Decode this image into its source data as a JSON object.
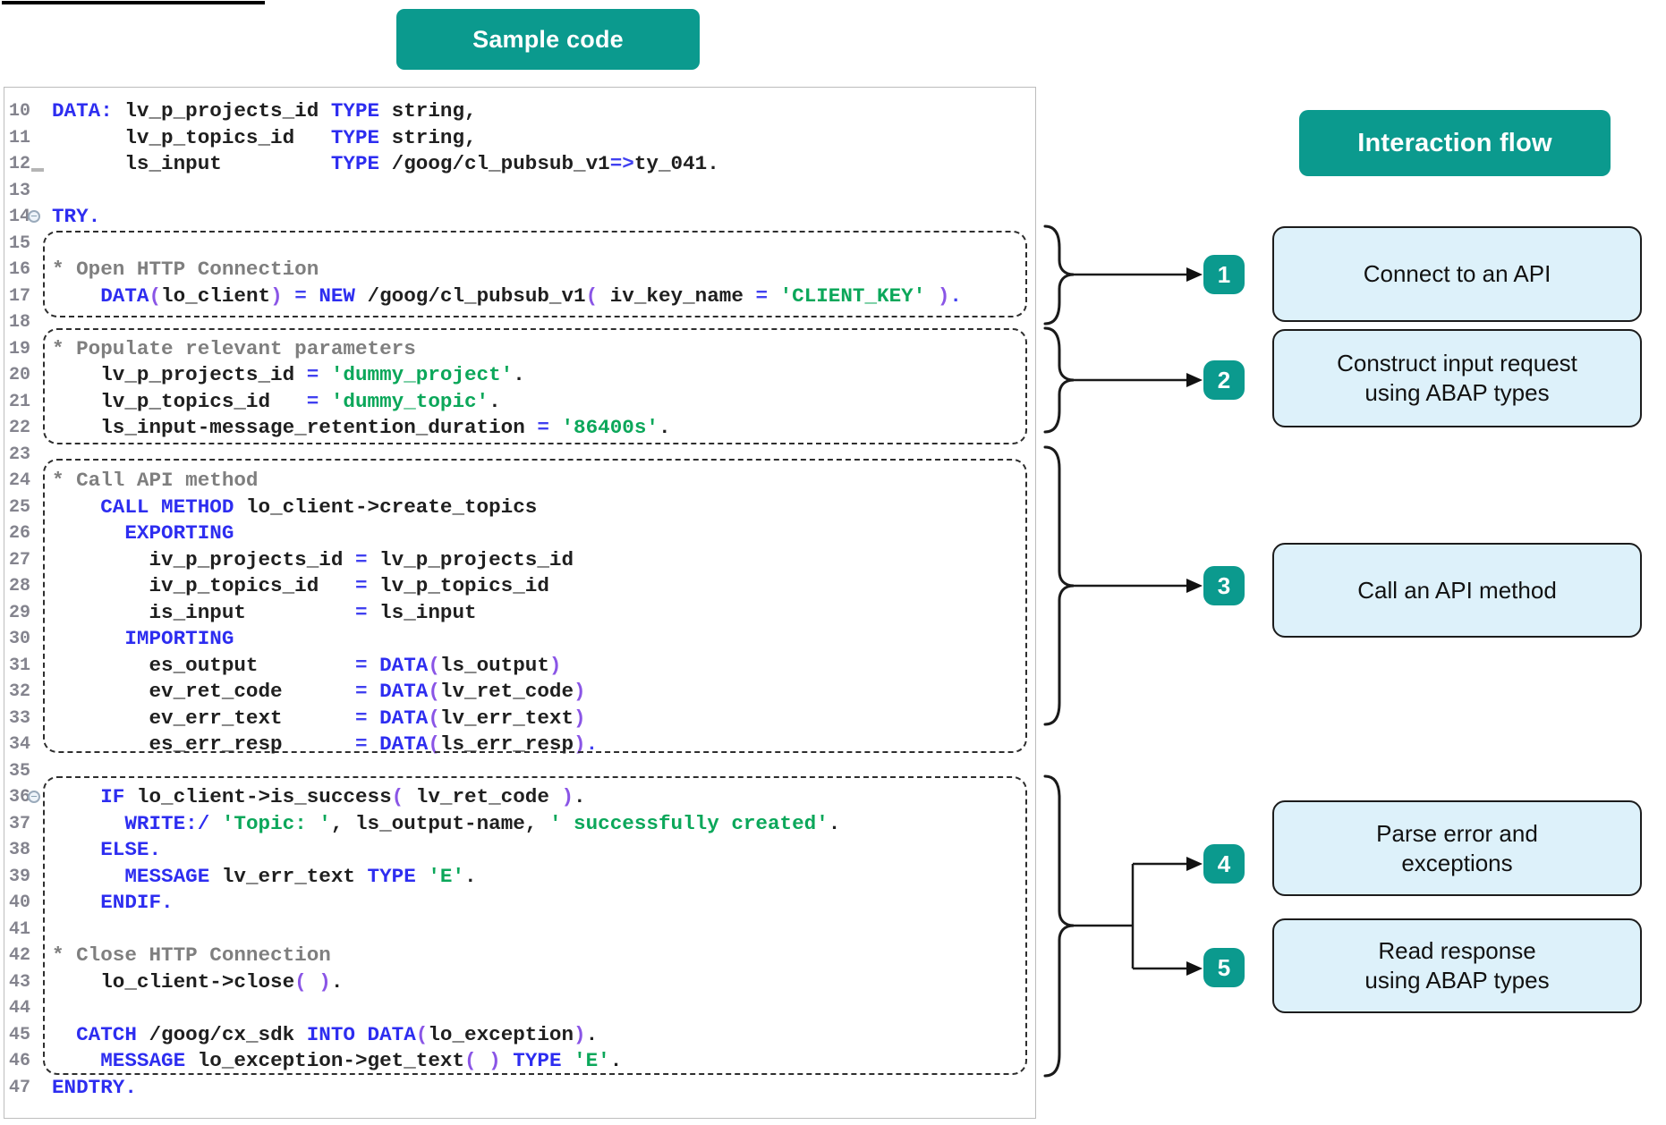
{
  "labels": {
    "sample_code": "Sample code",
    "interaction_flow": "Interaction flow"
  },
  "colors": {
    "teal": "#0b9a8e",
    "kw": "#2d2df0",
    "op": "#4040f0",
    "par": "#8a55e6",
    "str": "#0ba75a",
    "com": "#7f7f7f",
    "boxfill": "#ddf1fa"
  },
  "code": {
    "lines": [
      {
        "n": "10",
        "p": [
          [
            "k",
            "DATA:"
          ],
          [
            "i",
            " lv_p_projects_id "
          ],
          [
            "k",
            "TYPE"
          ],
          [
            "i",
            " string,"
          ]
        ]
      },
      {
        "n": "11",
        "p": [
          [
            "i",
            "      lv_p_topics_id   "
          ],
          [
            "k",
            "TYPE"
          ],
          [
            "i",
            " string,"
          ]
        ]
      },
      {
        "n": "12",
        "p": [
          [
            "i",
            "      ls_input         "
          ],
          [
            "k",
            "TYPE"
          ],
          [
            "i",
            " /goog/cl_pubsub_v1"
          ],
          [
            "o",
            "=>"
          ],
          [
            "i",
            "ty_041."
          ]
        ]
      },
      {
        "n": "13",
        "p": []
      },
      {
        "n": "14",
        "f": true,
        "p": [
          [
            "k",
            "TRY."
          ]
        ]
      },
      {
        "n": "15",
        "p": []
      },
      {
        "n": "16",
        "p": [
          [
            "c",
            "* Open HTTP Connection"
          ]
        ]
      },
      {
        "n": "17",
        "p": [
          [
            "i",
            "    "
          ],
          [
            "k",
            "DATA"
          ],
          [
            "p",
            "("
          ],
          [
            "i",
            "lo_client"
          ],
          [
            "p",
            ")"
          ],
          [
            "i",
            " "
          ],
          [
            "o",
            "="
          ],
          [
            "i",
            " "
          ],
          [
            "k",
            "NEW"
          ],
          [
            "i",
            " /goog/cl_pubsub_v1"
          ],
          [
            "p",
            "("
          ],
          [
            "i",
            " iv_key_name "
          ],
          [
            "o",
            "="
          ],
          [
            "i",
            " "
          ],
          [
            "s",
            "'CLIENT_KEY'"
          ],
          [
            "i",
            " "
          ],
          [
            "p",
            ")"
          ],
          [
            "o",
            "."
          ]
        ]
      },
      {
        "n": "18",
        "p": []
      },
      {
        "n": "19",
        "p": [
          [
            "c",
            "* Populate relevant parameters"
          ]
        ]
      },
      {
        "n": "20",
        "p": [
          [
            "i",
            "    lv_p_projects_id "
          ],
          [
            "o",
            "="
          ],
          [
            "i",
            " "
          ],
          [
            "s",
            "'dummy_project'"
          ],
          [
            "i",
            "."
          ]
        ]
      },
      {
        "n": "21",
        "p": [
          [
            "i",
            "    lv_p_topics_id   "
          ],
          [
            "o",
            "="
          ],
          [
            "i",
            " "
          ],
          [
            "s",
            "'dummy_topic'"
          ],
          [
            "i",
            "."
          ]
        ]
      },
      {
        "n": "22",
        "p": [
          [
            "i",
            "    ls_input-message_retention_duration "
          ],
          [
            "o",
            "="
          ],
          [
            "i",
            " "
          ],
          [
            "s",
            "'86400s'"
          ],
          [
            "i",
            "."
          ]
        ]
      },
      {
        "n": "23",
        "p": []
      },
      {
        "n": "24",
        "p": [
          [
            "c",
            "* Call API method"
          ]
        ]
      },
      {
        "n": "25",
        "p": [
          [
            "i",
            "    "
          ],
          [
            "k",
            "CALL METHOD"
          ],
          [
            "i",
            " lo_client->create_topics"
          ]
        ]
      },
      {
        "n": "26",
        "p": [
          [
            "i",
            "      "
          ],
          [
            "k",
            "EXPORTING"
          ]
        ]
      },
      {
        "n": "27",
        "p": [
          [
            "i",
            "        iv_p_projects_id "
          ],
          [
            "o",
            "="
          ],
          [
            "i",
            " lv_p_projects_id"
          ]
        ]
      },
      {
        "n": "28",
        "p": [
          [
            "i",
            "        iv_p_topics_id   "
          ],
          [
            "o",
            "="
          ],
          [
            "i",
            " lv_p_topics_id"
          ]
        ]
      },
      {
        "n": "29",
        "p": [
          [
            "i",
            "        is_input         "
          ],
          [
            "o",
            "="
          ],
          [
            "i",
            " ls_input"
          ]
        ]
      },
      {
        "n": "30",
        "p": [
          [
            "i",
            "      "
          ],
          [
            "k",
            "IMPORTING"
          ]
        ]
      },
      {
        "n": "31",
        "p": [
          [
            "i",
            "        es_output        "
          ],
          [
            "o",
            "="
          ],
          [
            "i",
            " "
          ],
          [
            "k",
            "DATA"
          ],
          [
            "p",
            "("
          ],
          [
            "i",
            "ls_output"
          ],
          [
            "p",
            ")"
          ]
        ]
      },
      {
        "n": "32",
        "p": [
          [
            "i",
            "        ev_ret_code      "
          ],
          [
            "o",
            "="
          ],
          [
            "i",
            " "
          ],
          [
            "k",
            "DATA"
          ],
          [
            "p",
            "("
          ],
          [
            "i",
            "lv_ret_code"
          ],
          [
            "p",
            ")"
          ]
        ]
      },
      {
        "n": "33",
        "p": [
          [
            "i",
            "        ev_err_text      "
          ],
          [
            "o",
            "="
          ],
          [
            "i",
            " "
          ],
          [
            "k",
            "DATA"
          ],
          [
            "p",
            "("
          ],
          [
            "i",
            "lv_err_text"
          ],
          [
            "p",
            ")"
          ]
        ]
      },
      {
        "n": "34",
        "p": [
          [
            "i",
            "        es_err_resp      "
          ],
          [
            "o",
            "="
          ],
          [
            "i",
            " "
          ],
          [
            "k",
            "DATA"
          ],
          [
            "p",
            "("
          ],
          [
            "i",
            "ls_err_resp"
          ],
          [
            "p",
            ")"
          ],
          [
            "o",
            "."
          ]
        ]
      },
      {
        "n": "35",
        "p": []
      },
      {
        "n": "36",
        "f": true,
        "p": [
          [
            "i",
            "    "
          ],
          [
            "k",
            "IF"
          ],
          [
            "i",
            " lo_client->is_success"
          ],
          [
            "p",
            "("
          ],
          [
            "i",
            " lv_ret_code "
          ],
          [
            "p",
            ")"
          ],
          [
            "i",
            "."
          ]
        ]
      },
      {
        "n": "37",
        "p": [
          [
            "i",
            "      "
          ],
          [
            "k",
            "WRITE:/"
          ],
          [
            "i",
            " "
          ],
          [
            "s",
            "'Topic: '"
          ],
          [
            "i",
            ", ls_output-name, "
          ],
          [
            "s",
            "' successfully created'"
          ],
          [
            "i",
            "."
          ]
        ]
      },
      {
        "n": "38",
        "p": [
          [
            "i",
            "    "
          ],
          [
            "k",
            "ELSE."
          ]
        ]
      },
      {
        "n": "39",
        "p": [
          [
            "i",
            "      "
          ],
          [
            "k",
            "MESSAGE"
          ],
          [
            "i",
            " lv_err_text "
          ],
          [
            "k",
            "TYPE"
          ],
          [
            "i",
            " "
          ],
          [
            "s",
            "'E'"
          ],
          [
            "i",
            "."
          ]
        ]
      },
      {
        "n": "40",
        "p": [
          [
            "i",
            "    "
          ],
          [
            "k",
            "ENDIF."
          ]
        ]
      },
      {
        "n": "41",
        "p": []
      },
      {
        "n": "42",
        "p": [
          [
            "c",
            "* Close HTTP Connection"
          ]
        ]
      },
      {
        "n": "43",
        "p": [
          [
            "i",
            "    lo_client->close"
          ],
          [
            "p",
            "("
          ],
          [
            "i",
            " "
          ],
          [
            "p",
            ")"
          ],
          [
            "i",
            "."
          ]
        ]
      },
      {
        "n": "44",
        "p": []
      },
      {
        "n": "45",
        "p": [
          [
            "i",
            "  "
          ],
          [
            "k",
            "CATCH"
          ],
          [
            "i",
            " /goog/cx_sdk "
          ],
          [
            "k",
            "INTO"
          ],
          [
            "i",
            " "
          ],
          [
            "k",
            "DATA"
          ],
          [
            "p",
            "("
          ],
          [
            "i",
            "lo_exception"
          ],
          [
            "p",
            ")"
          ],
          [
            "i",
            "."
          ]
        ]
      },
      {
        "n": "46",
        "p": [
          [
            "i",
            "    "
          ],
          [
            "k",
            "MESSAGE"
          ],
          [
            "i",
            " lo_exception->get_text"
          ],
          [
            "p",
            "("
          ],
          [
            "i",
            " "
          ],
          [
            "p",
            ")"
          ],
          [
            "i",
            " "
          ],
          [
            "k",
            "TYPE"
          ],
          [
            "i",
            " "
          ],
          [
            "s",
            "'E'"
          ],
          [
            "i",
            "."
          ]
        ]
      },
      {
        "n": "47",
        "p": [
          [
            "k",
            "ENDTRY."
          ]
        ]
      }
    ]
  },
  "flow": {
    "steps": [
      {
        "num": "1",
        "label": "Connect to an API"
      },
      {
        "num": "2",
        "label": "Construct input request\nusing ABAP types"
      },
      {
        "num": "3",
        "label": "Call an API method"
      },
      {
        "num": "4",
        "label": "Parse error and\nexceptions"
      },
      {
        "num": "5",
        "label": "Read response\nusing ABAP types"
      }
    ]
  }
}
